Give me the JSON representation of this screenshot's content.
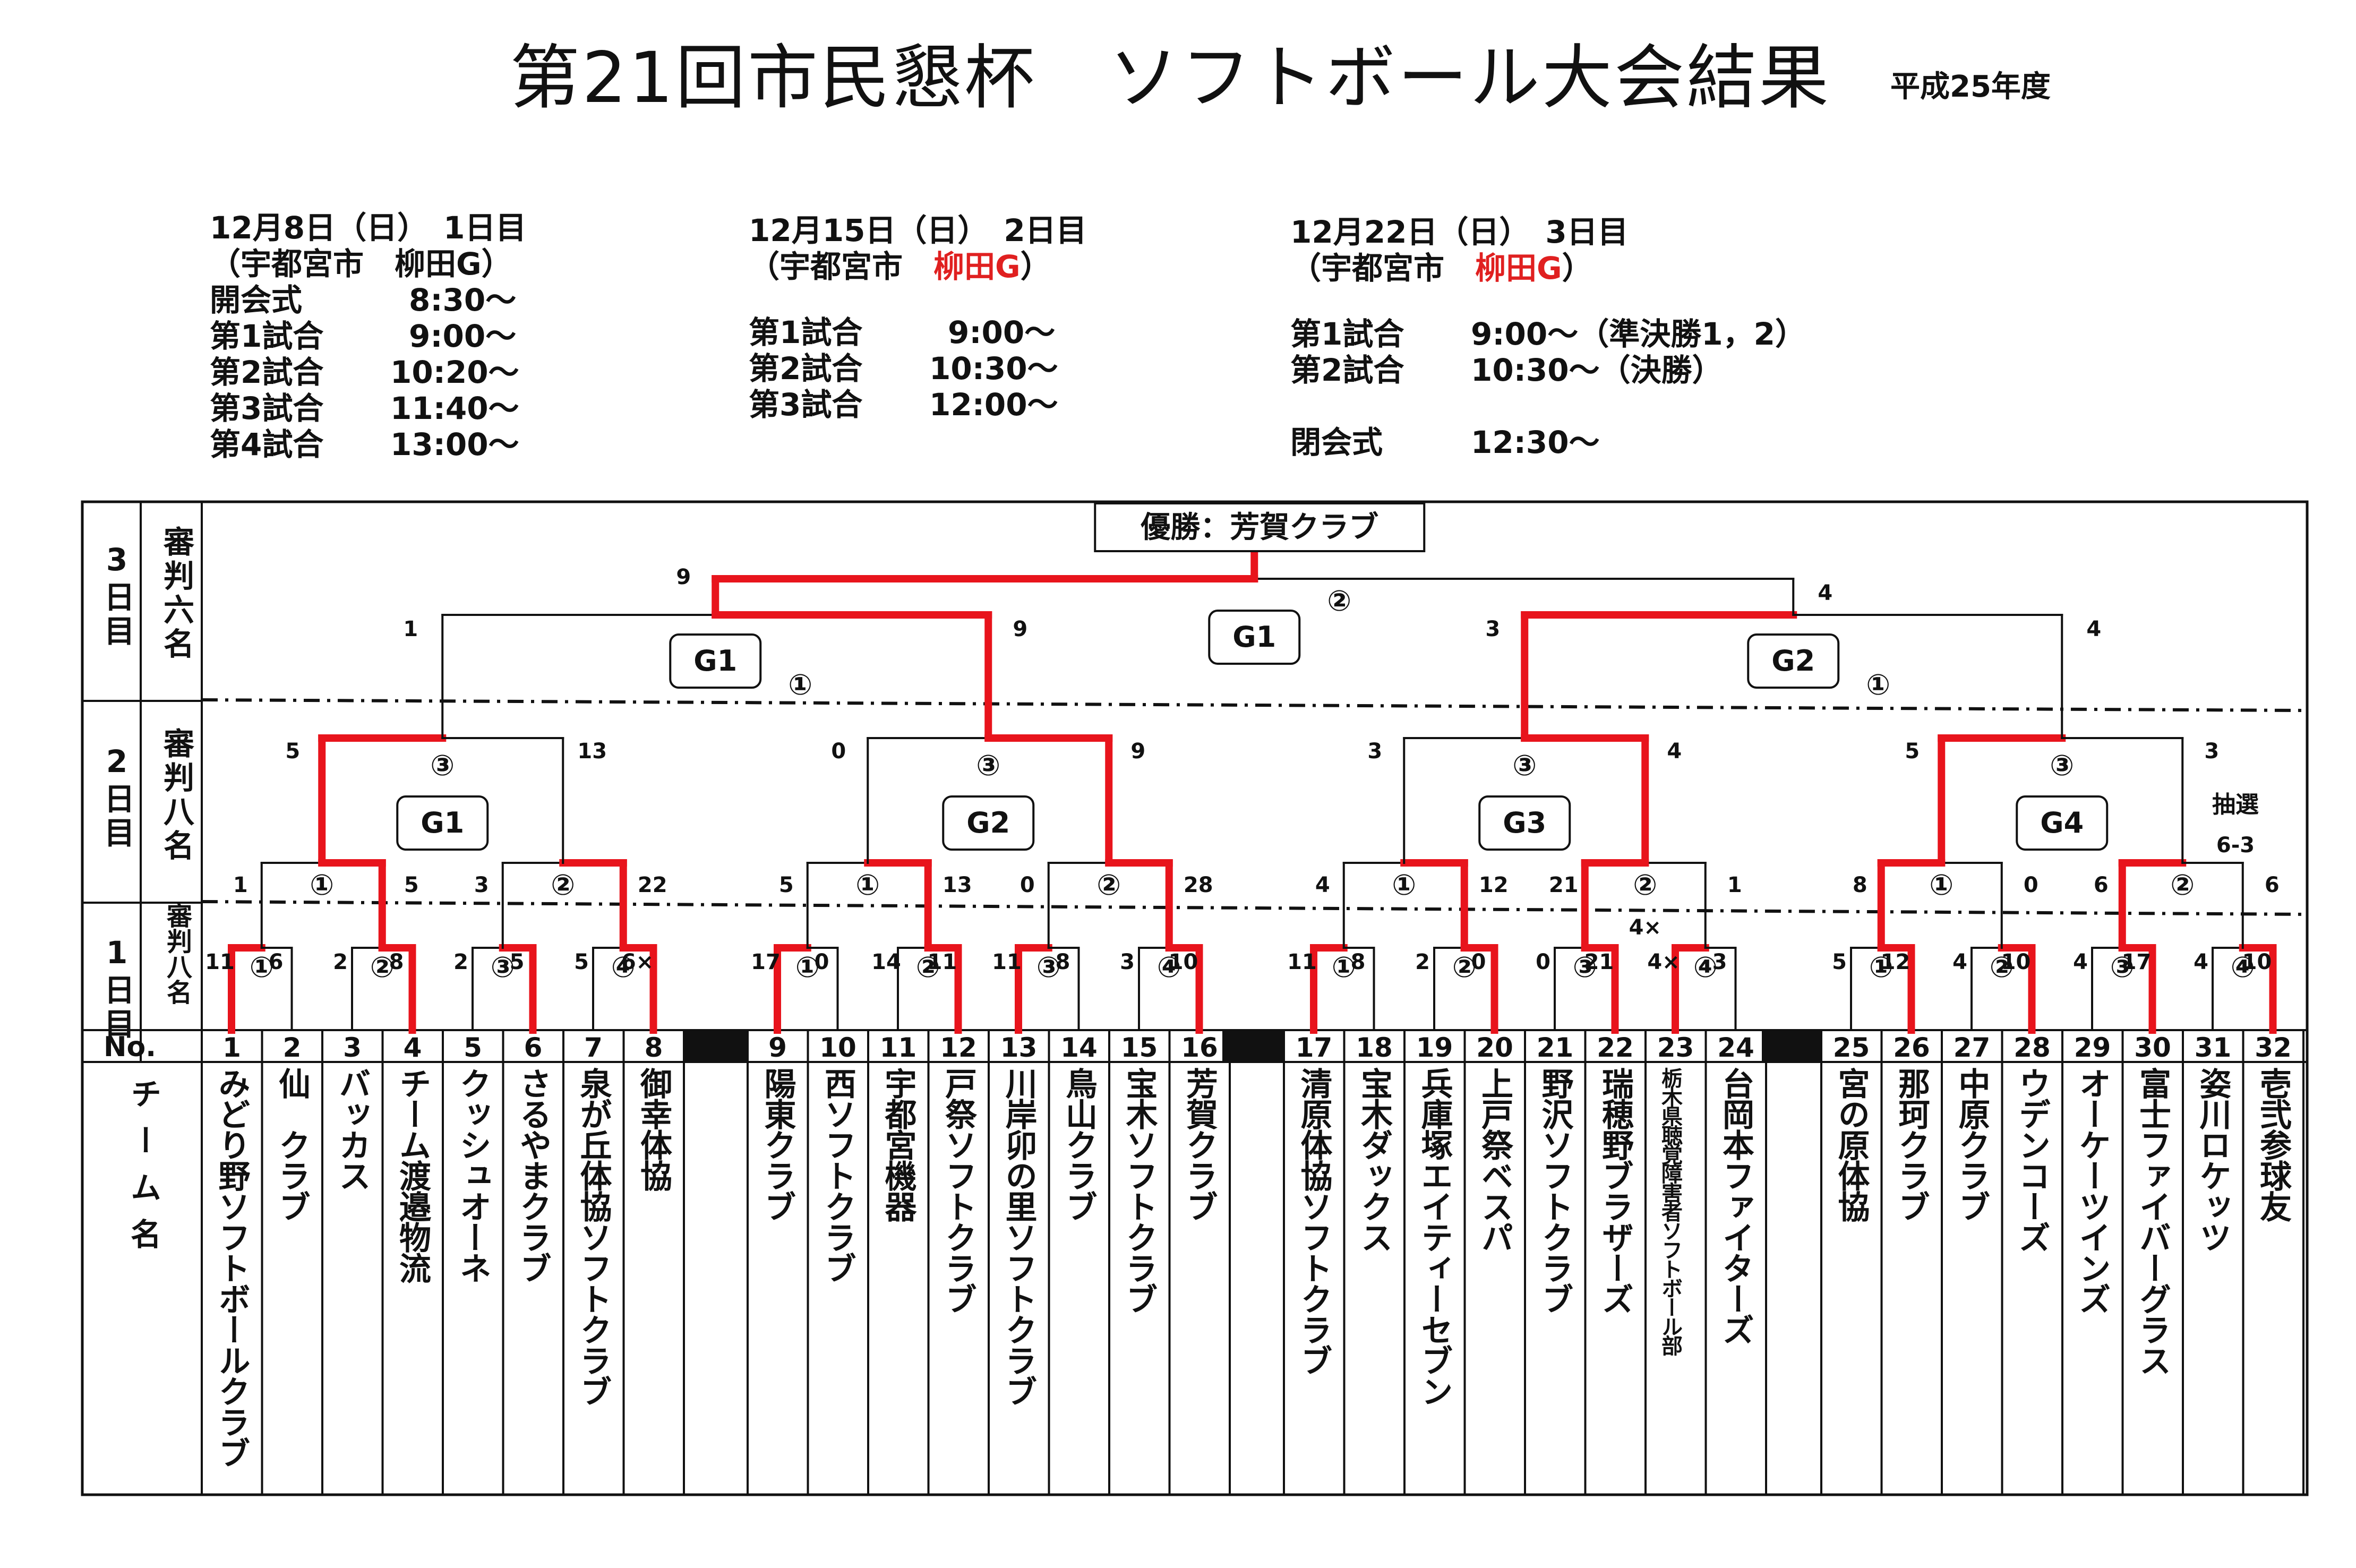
{
  "header": {
    "title": "第21回市民懇杯　ソフトボール大会結果",
    "year": "平成25年度"
  },
  "schedule": [
    {
      "date": "12月8日（日）　1日目",
      "venue_prefix": "（宇都宮市　",
      "venue_name": "柳田G",
      "venue_suffix": "）",
      "rows": [
        {
          "label": "開会式",
          "time": "8:30～"
        },
        {
          "label": "第1試合",
          "time": "9:00～"
        },
        {
          "label": "第2試合",
          "time": "10:20～"
        },
        {
          "label": "第3試合",
          "time": "11:40～"
        },
        {
          "label": "第4試合",
          "time": "13:00～"
        }
      ]
    },
    {
      "date": "12月15日（日）　2日目",
      "venue_prefix": "（宇都宮市　",
      "venue_name": "柳田G",
      "venue_suffix": "）",
      "rows": [
        {
          "label": "第1試合",
          "time": "9:00～"
        },
        {
          "label": "第2試合",
          "time": "10:30～"
        },
        {
          "label": "第3試合",
          "time": "12:00～"
        }
      ]
    },
    {
      "date": "12月22日（日）　3日目",
      "venue_prefix": "（宇都宮市　",
      "venue_name": "柳田G",
      "venue_suffix": "）",
      "rows": [
        {
          "label": "第1試合",
          "time": "9:00～（準決勝1，2）"
        },
        {
          "label": "第2試合",
          "time": "10:30～（決勝）"
        },
        {
          "label": "",
          "time": ""
        },
        {
          "label": "閉会式",
          "time": "12:30～"
        }
      ]
    }
  ],
  "left_header": {
    "day3": "3日目",
    "ref3": "審判六名",
    "day2": "2日目",
    "ref2": "審判八名",
    "day1": "1日目",
    "ref1": "審判八名",
    "no_label": "No.",
    "team_label": "チーム名"
  },
  "champion": "優勝：芳賀クラブ",
  "ground_labels": {
    "final": "G1",
    "semi_left": "G1",
    "semi_right": "G2",
    "r2": [
      "G1",
      "G2",
      "G3",
      "G4"
    ]
  },
  "lottery": {
    "label": "抽選",
    "score": "6-3"
  },
  "forfeit_mark": "4×",
  "forfeit_mark2": "6×",
  "teams": [
    {
      "no": "1",
      "name": "みどり野ソフトボールクラブ"
    },
    {
      "no": "2",
      "name": "仙　クラブ"
    },
    {
      "no": "3",
      "name": "バッカス"
    },
    {
      "no": "4",
      "name": "チーム渡邉物流"
    },
    {
      "no": "5",
      "name": "クッシュオーネ"
    },
    {
      "no": "6",
      "name": "さるやまクラブ"
    },
    {
      "no": "7",
      "name": "泉が丘体協ソフトクラブ"
    },
    {
      "no": "8",
      "name": "御幸体協"
    },
    {
      "no": "9",
      "name": "陽東クラブ"
    },
    {
      "no": "10",
      "name": "西ソフトクラブ"
    },
    {
      "no": "11",
      "name": "宇都宮機器"
    },
    {
      "no": "12",
      "name": "戸祭ソフトクラブ"
    },
    {
      "no": "13",
      "name": "川岸卯の里ソフトクラブ"
    },
    {
      "no": "14",
      "name": "鳥山クラブ"
    },
    {
      "no": "15",
      "name": "宝木ソフトクラブ"
    },
    {
      "no": "16",
      "name": "芳賀クラブ"
    },
    {
      "no": "17",
      "name": "清原体協ソフトクラブ"
    },
    {
      "no": "18",
      "name": "宝木ダックス"
    },
    {
      "no": "19",
      "name": "兵庫塚エイティーセブン"
    },
    {
      "no": "20",
      "name": "上戸祭ベスパ"
    },
    {
      "no": "21",
      "name": "野沢ソフトクラブ"
    },
    {
      "no": "22",
      "name": "瑞穂野ブラザーズ"
    },
    {
      "no": "23",
      "name": "栃木県聴覚障害者ソフトボール部"
    },
    {
      "no": "24",
      "name": "台岡本ファイターズ"
    },
    {
      "no": "25",
      "name": "宮の原体協"
    },
    {
      "no": "26",
      "name": "那珂クラブ"
    },
    {
      "no": "27",
      "name": "中原クラブ"
    },
    {
      "no": "28",
      "name": "ウデンコーズ"
    },
    {
      "no": "29",
      "name": "オーケーツインズ"
    },
    {
      "no": "30",
      "name": "富士ファイバーグラス"
    },
    {
      "no": "31",
      "name": "姿川ロケッツ"
    },
    {
      "no": "32",
      "name": "壱弐参球友"
    }
  ],
  "colors": {
    "winner_line": "#e8141c",
    "line": "#111111"
  },
  "r1_scores": [
    [
      "11",
      "6"
    ],
    [
      "2",
      "8"
    ],
    [
      "2",
      "5"
    ],
    [
      "5",
      "6×"
    ],
    [
      "17",
      "0"
    ],
    [
      "14",
      "11"
    ],
    [
      "11",
      "8"
    ],
    [
      "3",
      "10"
    ],
    [
      "11",
      "8"
    ],
    [
      "2",
      "0"
    ],
    [
      "0",
      "21"
    ],
    [
      "4×",
      "3"
    ],
    [
      "5",
      "12"
    ],
    [
      "4",
      "10"
    ],
    [
      "4",
      "17"
    ],
    [
      "4",
      "10"
    ]
  ],
  "r2_scores": [
    [
      "1",
      "5"
    ],
    [
      "3",
      "22"
    ],
    [
      "5",
      "13"
    ],
    [
      "0",
      "28"
    ],
    [
      "4",
      "12"
    ],
    [
      "21",
      "1"
    ],
    [
      "8",
      "0"
    ],
    [
      "6",
      "6"
    ]
  ],
  "qf_scores": [
    [
      "5",
      "13"
    ],
    [
      "0",
      "9"
    ],
    [
      "3",
      "4"
    ],
    [
      "5",
      "3"
    ]
  ],
  "sf_scores": [
    [
      "1",
      "9"
    ],
    [
      "3",
      "4"
    ]
  ],
  "final_scores": [
    "9",
    "4"
  ],
  "game_marks": {
    "r1": [
      "①",
      "②",
      "③",
      "④",
      "①",
      "②",
      "③",
      "④",
      "①",
      "②",
      "③",
      "④",
      "①",
      "②",
      "③",
      "④"
    ],
    "r2": [
      "①",
      "②",
      "①",
      "②",
      "①",
      "②",
      "①",
      "②"
    ],
    "qf": [
      "③",
      "③",
      "③",
      "③"
    ],
    "sf": [
      "①",
      "①"
    ],
    "final": "②"
  }
}
